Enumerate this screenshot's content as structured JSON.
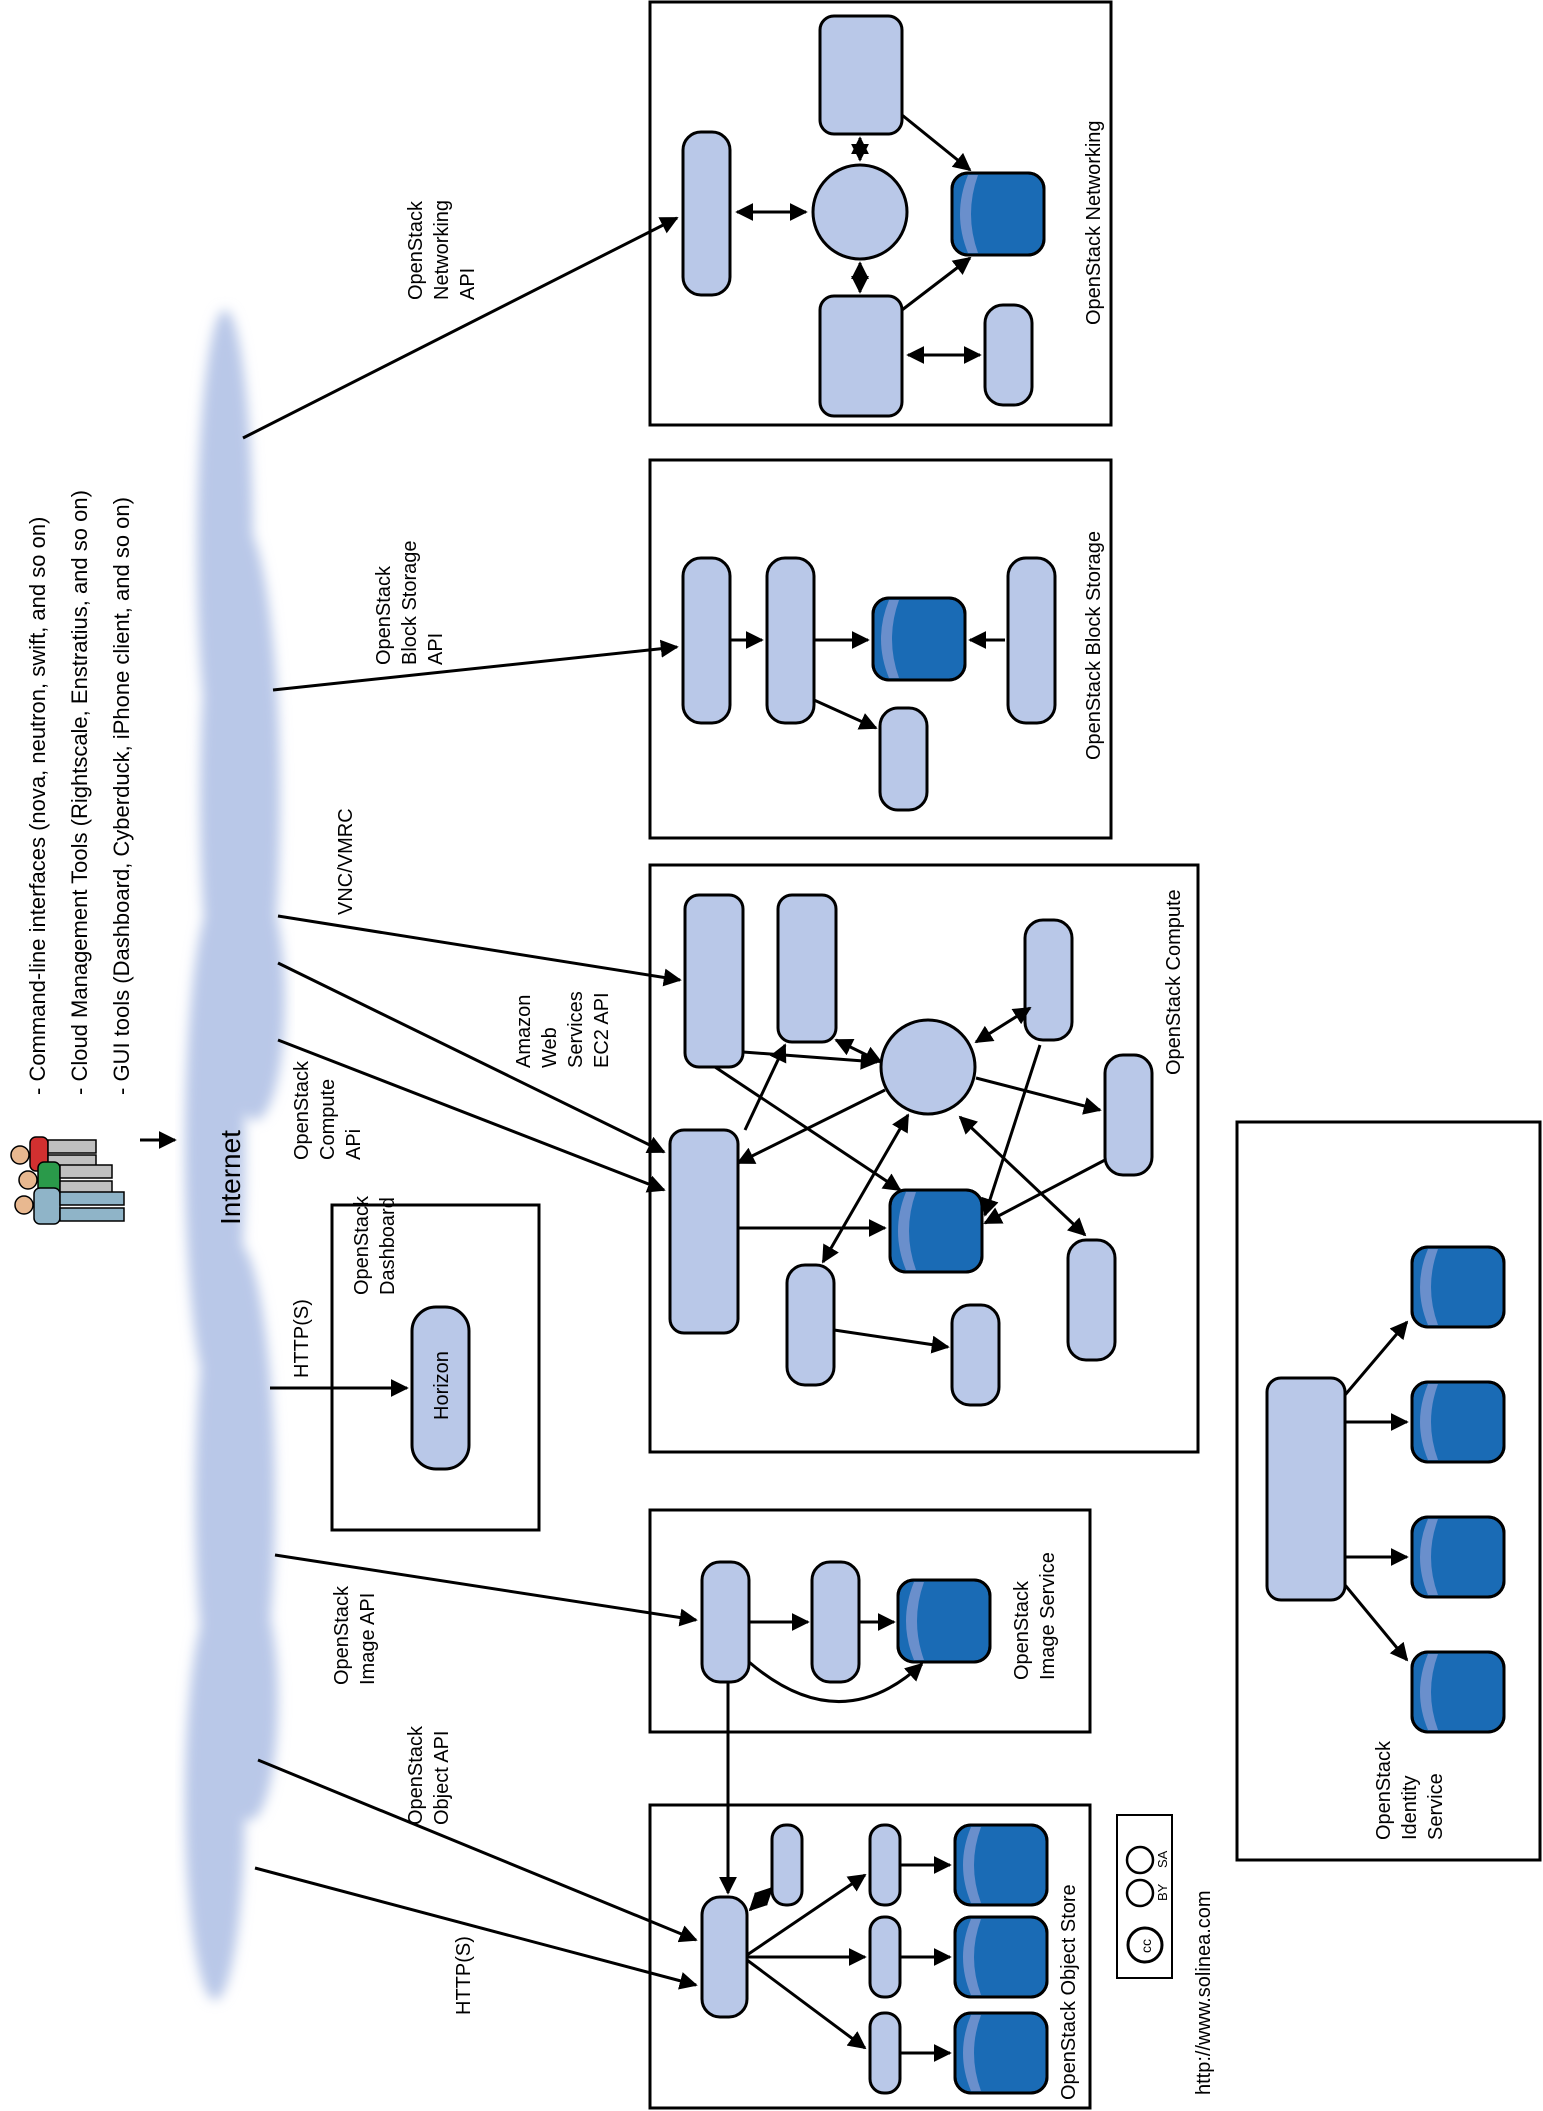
{
  "cloud": {
    "label": "Internet",
    "color": "#b9c8e8"
  },
  "client_tools": [
    "- Command-line interfaces (nova, neutron, swift, and so on)",
    "- Cloud Management Tools (Rightscale, Enstratius, and so on)",
    "- GUI tools (Dashboard, Cyberduck, iPhone client, and so on)"
  ],
  "services": {
    "networking": "OpenStack Networking",
    "block_storage": "OpenStack Block Storage",
    "compute": "OpenStack Compute",
    "dashboard": [
      "OpenStack",
      "Dashboard"
    ],
    "dashboard_component": "Horizon",
    "image": [
      "OpenStack",
      "Image Service"
    ],
    "object_store": "OpenStack Object Store",
    "identity": [
      "OpenStack",
      "Identity",
      "Service"
    ]
  },
  "apis": {
    "networking": [
      "OpenStack",
      "Networking",
      "API"
    ],
    "block_storage": [
      "OpenStack",
      "Block Storage",
      "API"
    ],
    "vnc": "VNC/VMRC",
    "ec2": [
      "Amazon",
      "Web",
      "Services",
      "EC2 API"
    ],
    "compute": [
      "OpenStack",
      "Compute",
      "APi"
    ],
    "dashboard_http": "HTTP(S)",
    "image": [
      "OpenStack",
      "Image API"
    ],
    "object": [
      "OpenStack",
      "Object API"
    ],
    "object_http": "HTTP(S)"
  },
  "license": {
    "badge_cc": "cc",
    "badge_by": "BY",
    "badge_sa": "SA",
    "url": "http://www.solinea.com"
  },
  "colors": {
    "component_fill": "#b9c8e8",
    "db_dark": "#1a6bb5",
    "db_light": "#6a8fcc",
    "line": "#000000"
  }
}
